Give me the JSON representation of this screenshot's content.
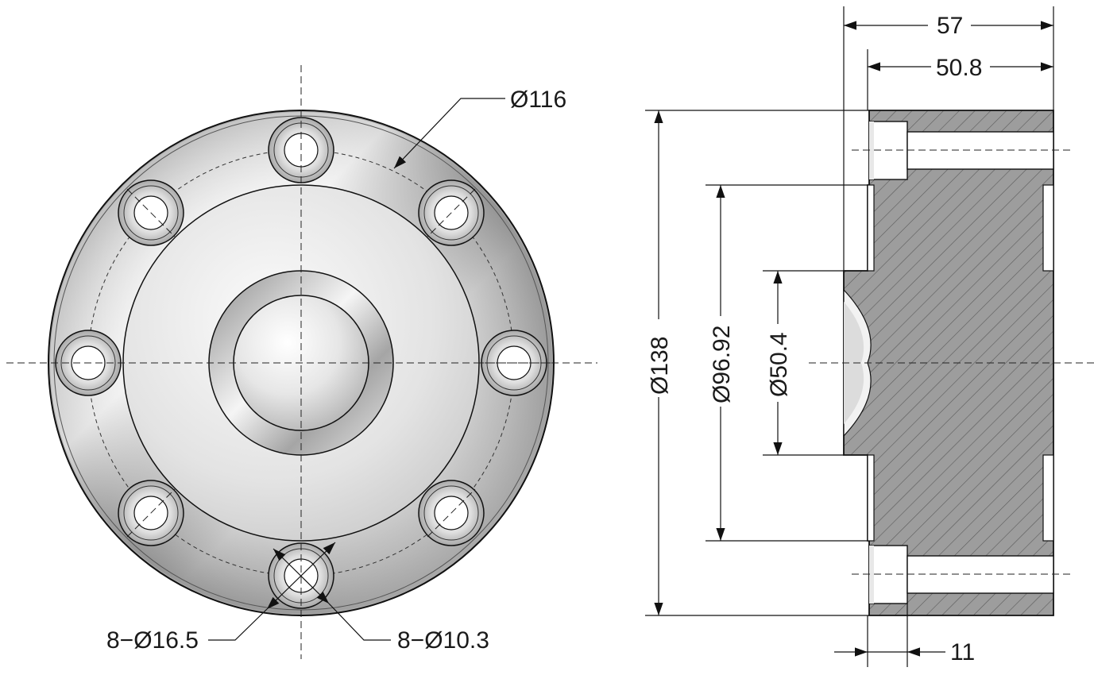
{
  "drawing": {
    "front_view": {
      "pcd_label": "Ø116",
      "counterbore_label": "8−Ø16.5",
      "hole_label": "8−Ø10.3"
    },
    "side_view": {
      "overall_length": "57",
      "flange_length": "50.8",
      "outer_diameter": "Ø138",
      "spigot_diameter": "Ø96.92",
      "bore_diameter": "Ø50.4",
      "counterbore_depth": "11"
    }
  },
  "colors": {
    "line": "#111111",
    "section_fill": "#9d9d9d",
    "hatch": "#5a5a5a",
    "metal_light": "#f2f2f2",
    "metal_dark": "#9a9a9a"
  }
}
